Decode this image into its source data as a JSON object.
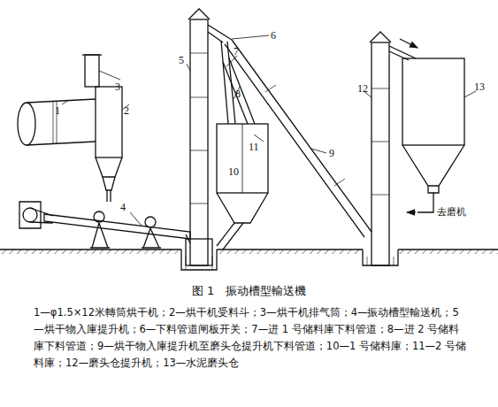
{
  "diagram": {
    "caption": "图 1　振动槽型輸送機",
    "labels": [
      "1",
      "2",
      "3",
      "4",
      "5",
      "6",
      "7",
      "8",
      "9",
      "10",
      "11",
      "12",
      "13",
      "去磨机",
      "1—φ1.5×12米轉筒烘干机；",
      "2—烘干机受料斗；",
      "3—烘干机排气筒；",
      "4—振动槽型輸送机；",
      "5—烘干物入庫提升机；",
      "6—下料管道闸板开关；",
      "7—进 1 号储料庫下料管道；",
      "8—进 2 号储料庫下料管道；",
      "9—烘干物入庫提升机至磨头仓提升机下料管道；",
      "10—1 号储料庫；",
      "11—2 号储料庫；",
      "12—磨头仓提升机；",
      "13—水泥磨头仓"
    ]
  }
}
